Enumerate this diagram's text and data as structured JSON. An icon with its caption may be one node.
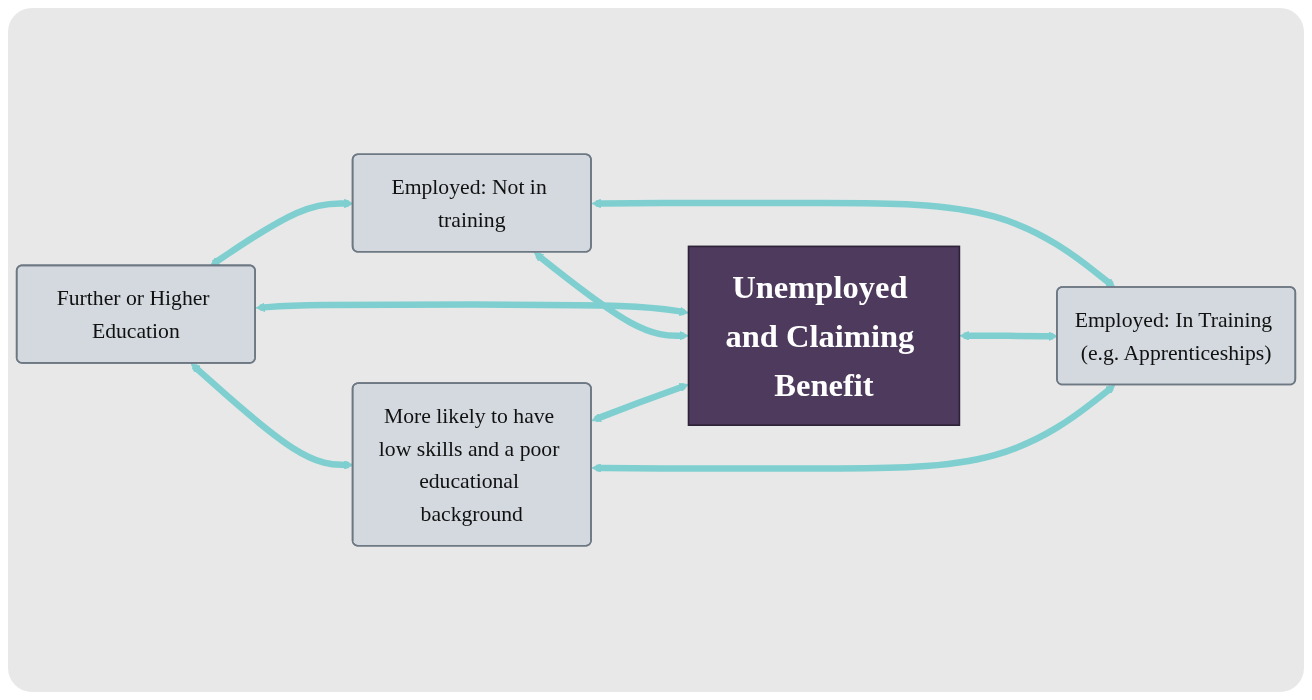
{
  "diagram": {
    "nodes": [
      {
        "text": [
          "Further or Higher Education"
        ]
      },
      {
        "text": [
          "Employed: Not in training"
        ]
      },
      {
        "text": [
          "Unemployed and Claiming Benefit"
        ]
      },
      {
        "text": [
          "More likely to have low skills and a poor educational background"
        ]
      },
      {
        "text": [
          "Employed: In Training (e.g. Apprenticeships)"
        ]
      }
    ],
    "edges": [
      {
        "from": 0,
        "to": 1,
        "arrow": "both"
      },
      {
        "from": 0,
        "to": 2,
        "arrow": "both"
      },
      {
        "from": 1,
        "to": 2,
        "arrow": "both"
      },
      {
        "from": 0,
        "to": 3,
        "arrow": "both"
      },
      {
        "from": 1,
        "to": 4,
        "arrow": "both"
      },
      {
        "from": 3,
        "to": 2,
        "arrow": "both"
      },
      {
        "from": 2,
        "to": 4,
        "arrow": "both"
      },
      {
        "from": 3,
        "to": 4,
        "arrow": "both"
      }
    ]
  }
}
